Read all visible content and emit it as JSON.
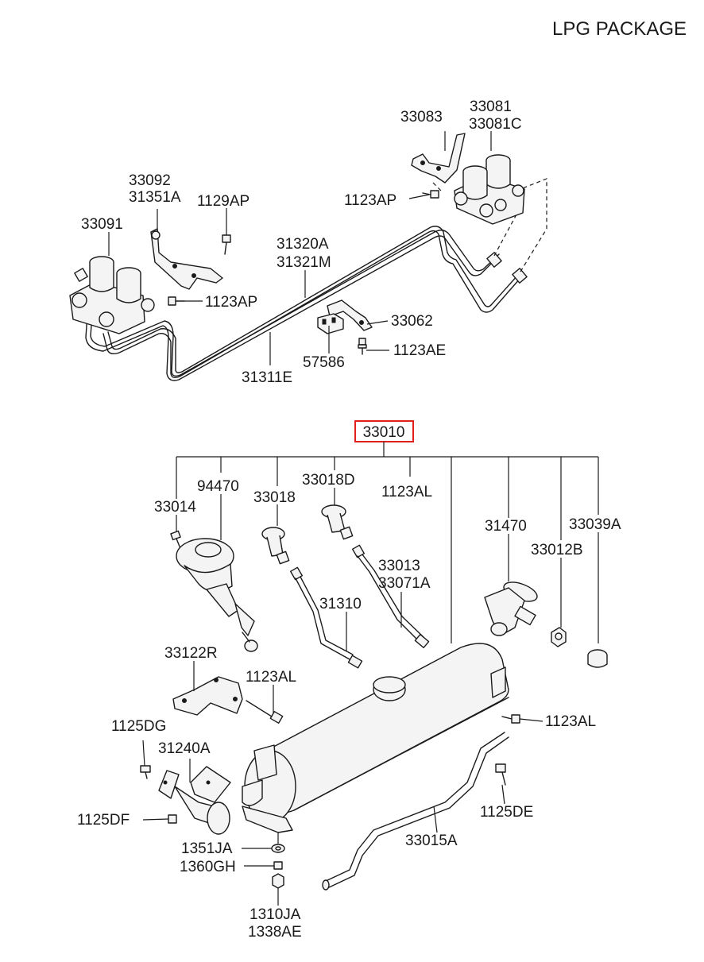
{
  "title": "LPG PACKAGE",
  "highlighted_part": "33010",
  "labels": {
    "p33083": "33083",
    "p33081": "33081",
    "p33081C": "33081C",
    "p33092": "33092",
    "p31351A": "31351A",
    "p1129AP": "1129AP",
    "p33091": "33091",
    "p1123AP_top": "1123AP",
    "p31320A": "31320A",
    "p31321M": "31321M",
    "p1123AP_mid": "1123AP",
    "p33062": "33062",
    "p1123AE": "1123AE",
    "p57586": "57586",
    "p31311E": "31311E",
    "p33010": "33010",
    "p94470": "94470",
    "p33018D": "33018D",
    "p33014": "33014",
    "p33018": "33018",
    "p1123AL_tree": "1123AL",
    "p31470": "31470",
    "p33039A": "33039A",
    "p33012B": "33012B",
    "p33013": "33013",
    "p33071A": "33071A",
    "p31310": "31310",
    "p33122R": "33122R",
    "p1123AL_bracket": "1123AL",
    "p1123AL_tank": "1123AL",
    "p1125DG": "1125DG",
    "p31240A": "31240A",
    "p1125DF": "1125DF",
    "p1125DE": "1125DE",
    "p1351JA": "1351JA",
    "p33015A": "33015A",
    "p1360GH": "1360GH",
    "p1310JA": "1310JA",
    "p1338AE": "1338AE"
  }
}
